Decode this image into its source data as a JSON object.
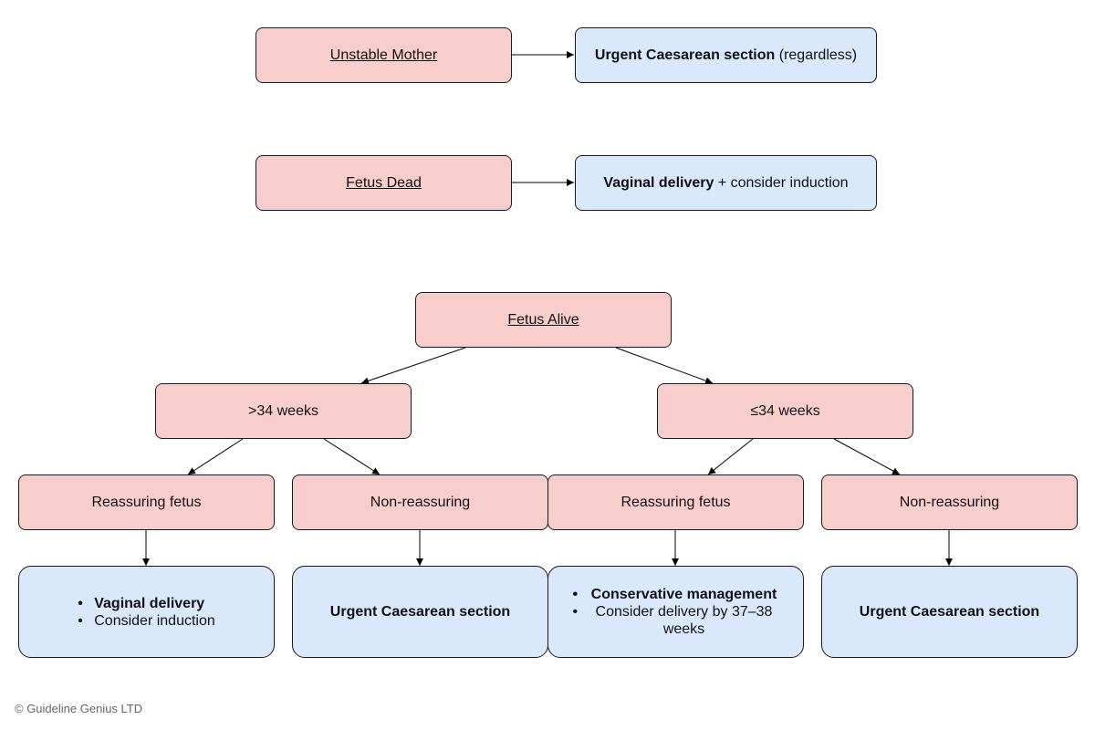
{
  "unstable": {
    "condition": "Unstable Mother",
    "action_bold": "Urgent Caesarean section",
    "action_rest": " (regardless)"
  },
  "dead": {
    "condition": "Fetus Dead",
    "action_bold": "Vaginal delivery",
    "action_rest": " + consider induction"
  },
  "alive": {
    "condition": "Fetus Alive",
    "gt34": {
      "label": ">34 weeks",
      "reassuring": {
        "label": "Reassuring fetus",
        "outcome": [
          "Vaginal delivery",
          "Consider induction"
        ]
      },
      "nonreassuring": {
        "label": "Non-reassuring",
        "outcome": "Urgent Caesarean section"
      }
    },
    "le34": {
      "label": "≤34 weeks",
      "reassuring": {
        "label": "Reassuring fetus",
        "outcome": [
          "Conservative management",
          "Consider delivery by 37–38 weeks"
        ]
      },
      "nonreassuring": {
        "label": "Non-reassuring",
        "outcome": "Urgent Caesarean section"
      }
    }
  },
  "footer": "© Guideline Genius LTD",
  "colors": {
    "condition_fill": "#f8cecc",
    "action_fill": "#dae8fc",
    "border": "#1a1a1a",
    "connector": "#000000"
  }
}
